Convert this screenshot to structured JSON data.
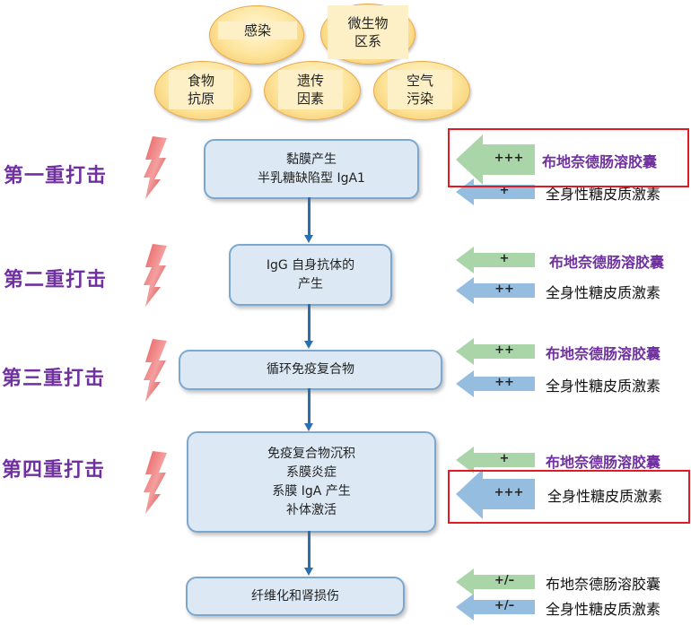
{
  "factors": [
    {
      "label": "感染"
    },
    {
      "label": "微生物\n区系"
    },
    {
      "label": "食物\n抗原"
    },
    {
      "label": "遗传\n因素"
    },
    {
      "label": "空气\n污染"
    }
  ],
  "hits": [
    {
      "label": "第一重打击"
    },
    {
      "label": "第二重打击"
    },
    {
      "label": "第三重打击"
    },
    {
      "label": "第四重打击"
    }
  ],
  "steps": [
    {
      "text": "黏膜产生\n半乳糖缺陷型 IgA1"
    },
    {
      "text": "IgG 自身抗体的\n产生"
    },
    {
      "text": "循环免疫复合物"
    },
    {
      "text": "免疫复合物沉积\n系膜炎症\n系膜 IgA 产生\n补体激活"
    },
    {
      "text": "纤维化和肾损伤"
    }
  ],
  "treatments": [
    {
      "budesonide": {
        "label": "布地奈德肠溶胶囊",
        "effect": "+++",
        "highlighted": true
      },
      "steroid": {
        "label": "全身性糖皮质激素",
        "effect": "+",
        "highlighted": false
      }
    },
    {
      "budesonide": {
        "label": "布地奈德肠溶胶囊",
        "effect": "+",
        "highlighted": false
      },
      "steroid": {
        "label": "全身性糖皮质激素",
        "effect": "++",
        "highlighted": false
      }
    },
    {
      "budesonide": {
        "label": "布地奈德肠溶胶囊",
        "effect": "++",
        "highlighted": false
      },
      "steroid": {
        "label": "全身性糖皮质激素",
        "effect": "++",
        "highlighted": false
      }
    },
    {
      "budesonide": {
        "label": "布地奈德肠溶胶囊",
        "effect": "+",
        "highlighted": false
      },
      "steroid": {
        "label": "全身性糖皮质激素",
        "effect": "+++",
        "highlighted": true
      }
    },
    {
      "budesonide": {
        "label": "布地奈德肠溶胶囊",
        "effect": "+/–",
        "highlighted": false
      },
      "steroid": {
        "label": "全身性糖皮质激素",
        "effect": "+/–",
        "highlighted": false
      }
    }
  ],
  "colors": {
    "hit_label": "#7030a0",
    "budesonide_arrow": "#a9d5a9",
    "steroid_arrow": "#95bde0",
    "highlight_border": "#e21a23",
    "flow_line": "#2b6fb3"
  }
}
